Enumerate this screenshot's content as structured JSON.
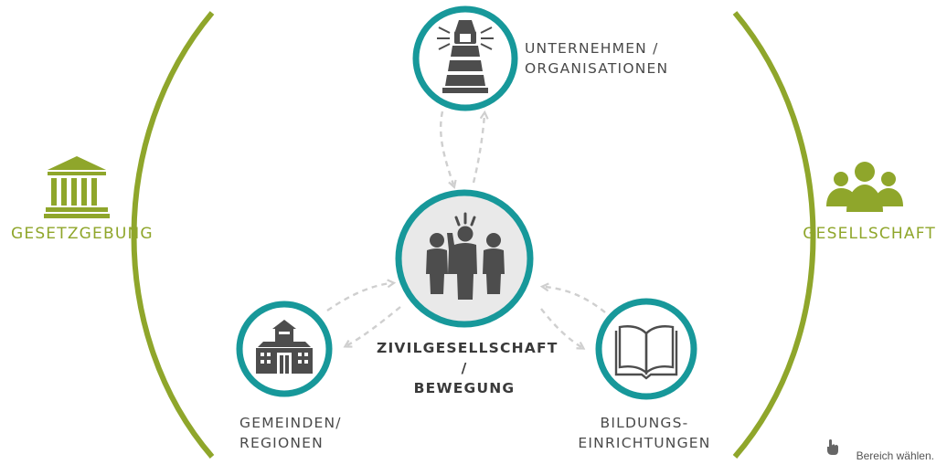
{
  "side_labels": {
    "left": "GESETZGEBUNG",
    "right": "GESELLSCHAFT"
  },
  "nodes": {
    "top": {
      "line1": "UNTERNEHMEN /",
      "line2": "ORGANISATIONEN",
      "icon": "lighthouse-icon"
    },
    "center": {
      "line1": "ZIVILGESELLSCHAFT /",
      "line2": "BEWEGUNG",
      "icon": "people-group-icon"
    },
    "left": {
      "line1": "GEMEINDEN/",
      "line2": "REGIONEN",
      "icon": "town-hall-icon"
    },
    "right": {
      "line1": "BILDUNGS-",
      "line2": "EINRICHTUNGEN",
      "icon": "open-book-icon"
    }
  },
  "side_icons": {
    "left": "parliament-building-icon",
    "right": "society-people-icon"
  },
  "hint": {
    "text": "Bereich wählen.",
    "icon": "pointer-hand-icon"
  },
  "colors": {
    "teal": "#17989a",
    "green": "#8fa62b",
    "icon_gray": "#4d4d4d",
    "circle_fill": "#e9e9e9",
    "arrow_gray": "#cfcfcf"
  }
}
